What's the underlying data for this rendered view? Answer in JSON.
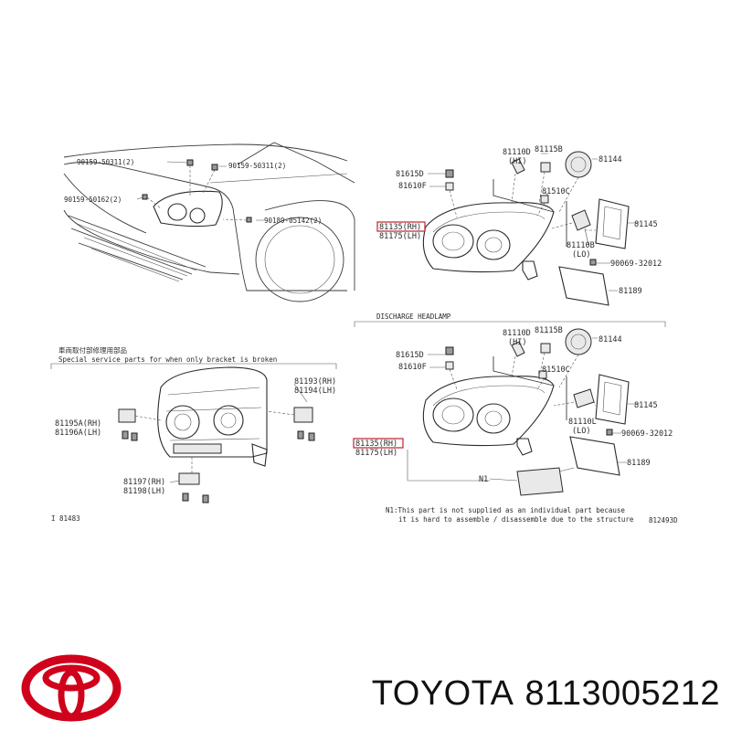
{
  "diagram": {
    "vehicle_view": {
      "clips": [
        "90159-50311(2)",
        "90159-50311(2)",
        "90159-50162(2)",
        "90189-05142(2)"
      ]
    },
    "halogen_headlamp": {
      "labels": [
        "81110D",
        "81115B",
        "81144",
        "81615D",
        "81610F",
        "81510C",
        "81145",
        "81135(RH)",
        "81175(LH)",
        "81110B",
        "(LO)",
        "(HI)",
        "90069-32012",
        "81189"
      ]
    },
    "service_section": {
      "heading_jp": "車両取付部修理用部品",
      "heading_en": "Special service parts for when only bracket is broken",
      "labels": [
        "81193(RH)",
        "81194(LH)",
        "81195A(RH)",
        "81196A(LH)",
        "81197(RH)",
        "81198(LH)"
      ],
      "code": "I 81483"
    },
    "discharge_headlamp": {
      "title": "DISCHARGE HEADLAMP",
      "labels": [
        "81110D",
        "81115B",
        "81144",
        "81615D",
        "81610F",
        "81510C",
        "81145",
        "81135(RH)",
        "81175(LH)",
        "81110L",
        "(LO)",
        "(HI)",
        "90069-32012",
        "81189",
        "N1"
      ],
      "note_line1": "N1:This part is not supplied as an individual part because",
      "note_line2": "it is hard to assemble / disassemble due to the structure",
      "code": "812493D"
    }
  },
  "footer": {
    "brand": "TOYOTA",
    "part_number": "8113005212",
    "logo_icon": "toyota-logo-icon",
    "logo_color": "#d0021b"
  }
}
